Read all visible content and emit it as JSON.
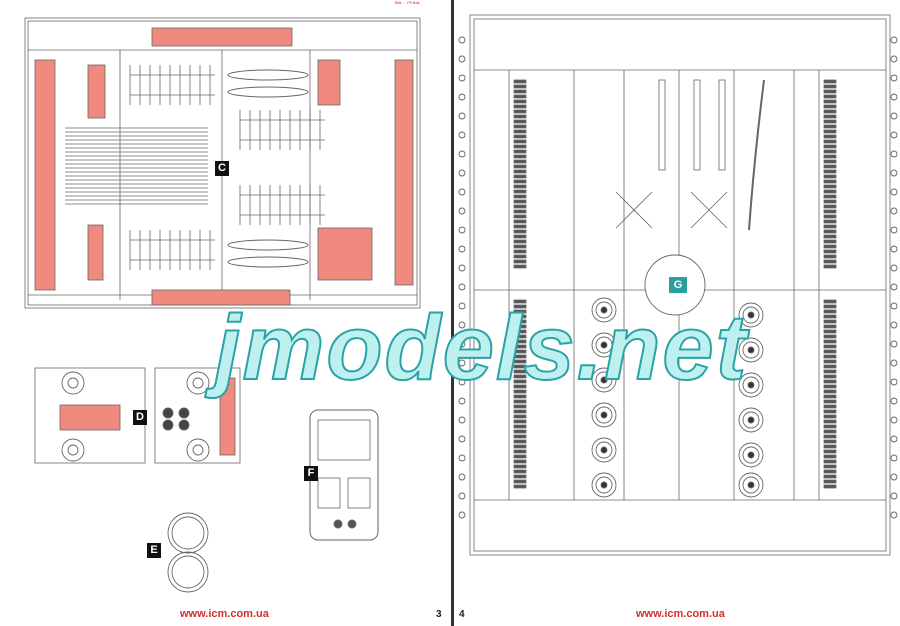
{
  "header": {
    "note": "Bits ... Pli Bak"
  },
  "left_page": {
    "sprue_labels": [
      "C",
      "D",
      "E",
      "F"
    ],
    "footer_url": "www.icm.com.ua",
    "page_number": "3"
  },
  "right_page": {
    "sprue_labels": [
      "G"
    ],
    "footer_url": "www.icm.com.ua",
    "page_number": "4"
  },
  "watermark": "jmodels.net",
  "colors": {
    "highlight": "#f08a7e",
    "label": "#111111",
    "g_label": "#2d9ea0",
    "url": "#d0302a"
  }
}
